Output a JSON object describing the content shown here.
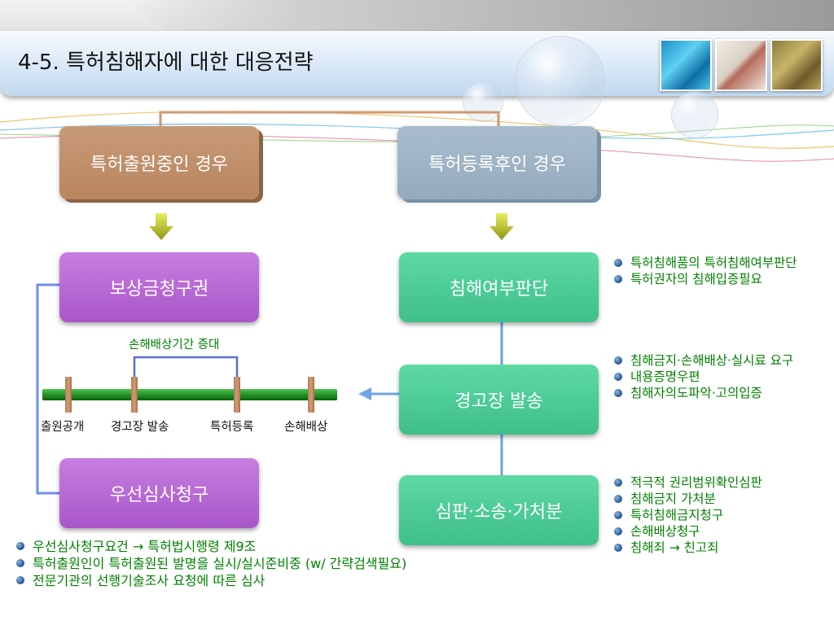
{
  "title": "4-5. 특허침해자에 대한 대응전략",
  "colors": {
    "brown_box": "#c08f6a",
    "gray_box": "#9fb3c5",
    "purple_box": "#b96ad6",
    "green_box": "#4ccc97",
    "bullet_text": "#008000",
    "connector_blue": "#6f9ee0",
    "connector_brown": "#d09a72",
    "arrow_yellow": "#b7bd1e",
    "timeline_green": "#1f8a1f"
  },
  "header_boxes": {
    "left": "특허출원중인 경우",
    "right": "특허등록후인 경우"
  },
  "left_column": {
    "top_box": "보상금청구권",
    "bottom_box": "우선심사청구",
    "timeline_note": "손해배상기간 증대",
    "timeline_labels": [
      "출원공개",
      "경고장 발송",
      "특허등록",
      "손해배상"
    ]
  },
  "right_column": {
    "box1": "침해여부판단",
    "box2": "경고장 발송",
    "box3": "심판·소송·가처분"
  },
  "bullets_box1": [
    "특허침해품의 특허침해여부판단",
    "특허권자의 침해입증필요"
  ],
  "bullets_box2": [
    "침해금지·손해배상·실시료 요구",
    "내용증명우편",
    "침해자의도파악·고의입증"
  ],
  "bullets_box3": [
    "적극적 권리범위확인심판",
    "침해금지 가처분",
    "특허침해금지청구",
    "손해배상청구",
    "침해죄 → 친고죄"
  ],
  "bottom_bullets": [
    "우선심사청구요건 → 특허법시행령 제9조",
    "특허출원인이 특허출원된 발명을 실시/실시준비중 (w/ 간략검색필요)",
    "전문기관의 선행기술조사 요청에 따른 심사"
  ],
  "icons": {
    "bullet": "blue-sphere-bullet",
    "down_arrow": "yellow-down-arrow",
    "left_arrow": "blue-left-arrow"
  }
}
